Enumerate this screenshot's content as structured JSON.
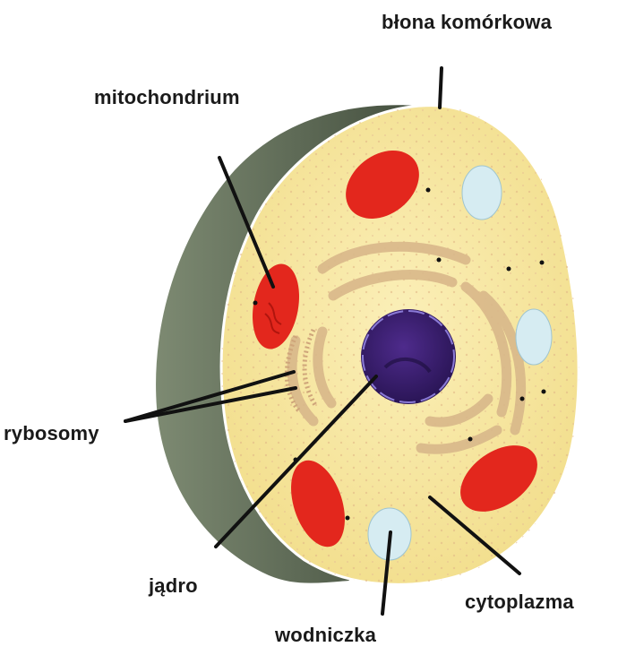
{
  "labels": {
    "cell_membrane": "błona komórkowa",
    "mitochondrion": "mitochondrium",
    "ribosomes": "rybosomy",
    "nucleus": "jądro",
    "vacuole": "wodniczka",
    "cytoplasm": "cytoplazma"
  },
  "colors": {
    "cytoplasm": "#f7e7a2",
    "cell_wall_shadow": "#56614e",
    "mitochondrion": "#e3271d",
    "vacuole": "#d6ecf2",
    "nucleus": "#3a1f70",
    "er": "#d7b789",
    "leader_line": "#111111"
  }
}
